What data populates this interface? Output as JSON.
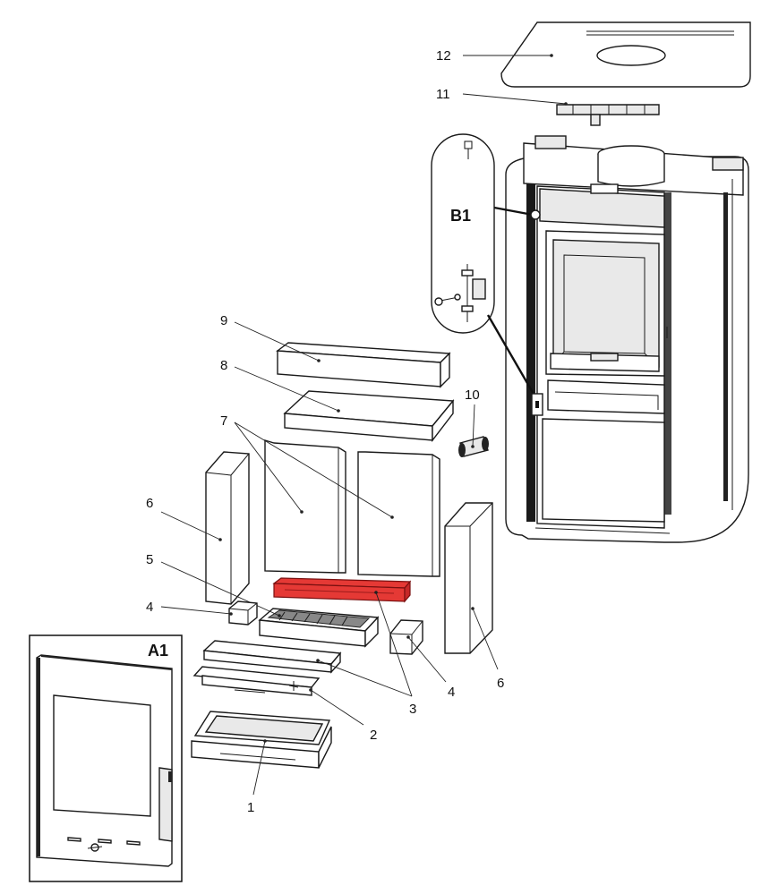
{
  "title": "Stove exploded parts diagram",
  "highlight_color": "#e53935",
  "callouts": {
    "p1": "1",
    "p2": "2",
    "p3": "3",
    "p4a": "4",
    "p4b": "4",
    "p5": "5",
    "p6a": "6",
    "p6b": "6",
    "p7": "7",
    "p8": "8",
    "p9": "9",
    "p10": "10",
    "p11": "11",
    "p12": "12"
  },
  "details": {
    "a1": "A1",
    "b1": "B1"
  }
}
